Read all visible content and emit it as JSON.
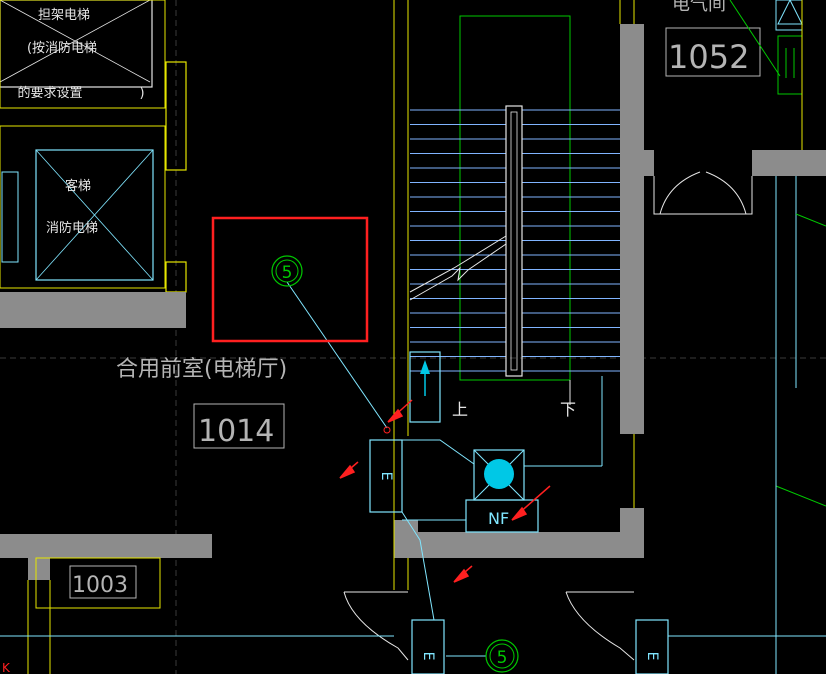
{
  "drawing": {
    "colors": {
      "background": "#000000",
      "wall_fill": "#8c8c8c",
      "outline": "#e6e6e6",
      "yellow": "#e6e600",
      "green": "#00c800",
      "cyan": "#00c8e6",
      "light_cyan": "#80e6ff",
      "highlight": "#ff2020",
      "text_gray": "#b4b4b4"
    },
    "labels": {
      "elevator_top_line1": "担架电梯",
      "elevator_top_line2": "(按消防电梯",
      "elevator_top_line3": "的要求设置",
      "elevator_top_paren": ")",
      "elevator2_line1": "客梯",
      "elevator2_line2": "消防电梯",
      "room_name": "合用前室(电梯厅)",
      "room_number_1014": "1014",
      "room_number_1003": "1003",
      "room_number_1052": "1052",
      "room_name_top_right": "电气间",
      "stair_up": "上",
      "stair_down": "下",
      "device_code_nf": "NF",
      "device_code_e": "E",
      "callout_number": "5",
      "edge_marker": "K"
    },
    "selection": {
      "highlighted_object": "callout-5"
    }
  }
}
